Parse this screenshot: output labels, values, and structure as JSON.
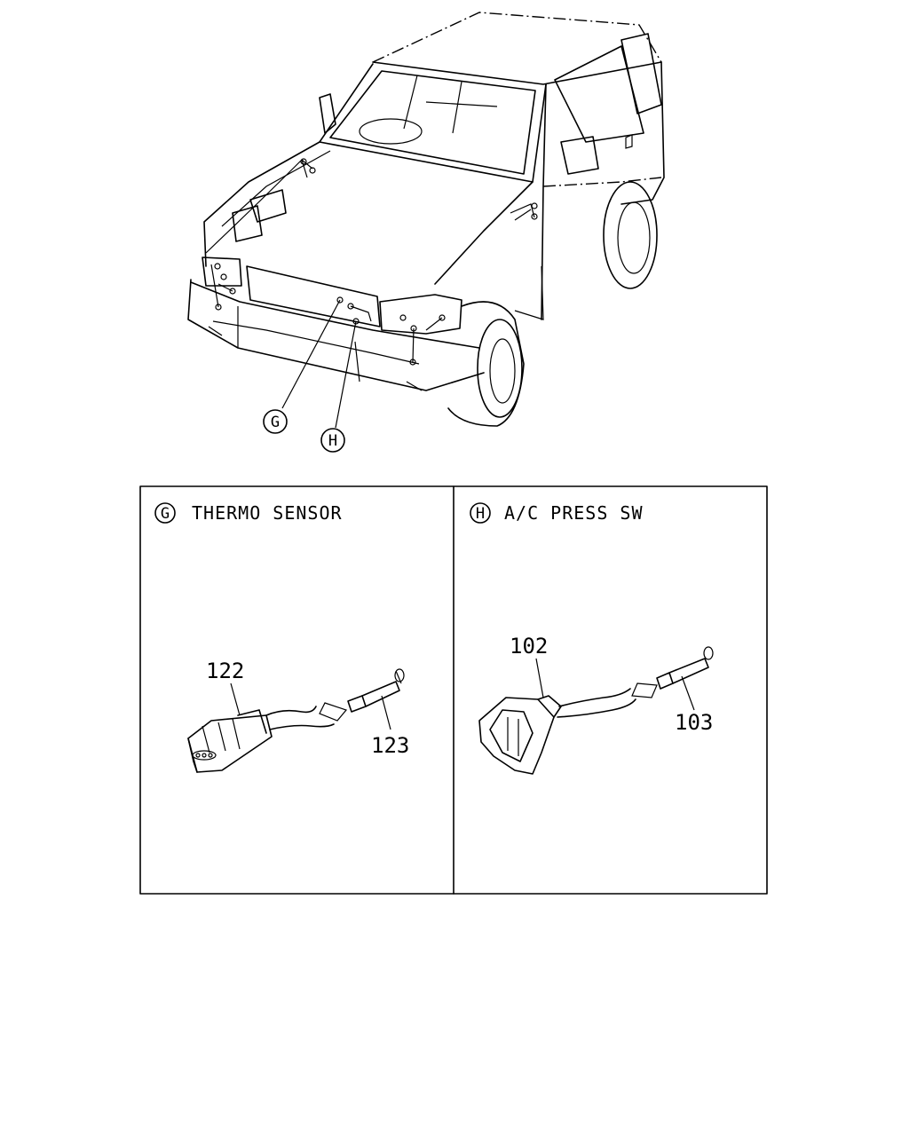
{
  "vehicle": {
    "callouts": [
      {
        "id": "G",
        "letter": "G"
      },
      {
        "id": "H",
        "letter": "H"
      }
    ]
  },
  "panels": [
    {
      "id": "G",
      "letter": "G",
      "title": "THERMO SENSOR",
      "parts": [
        {
          "number": "122"
        },
        {
          "number": "123"
        }
      ]
    },
    {
      "id": "H",
      "letter": "H",
      "title": "A/C PRESS SW",
      "parts": [
        {
          "number": "102"
        },
        {
          "number": "103"
        }
      ]
    }
  ]
}
